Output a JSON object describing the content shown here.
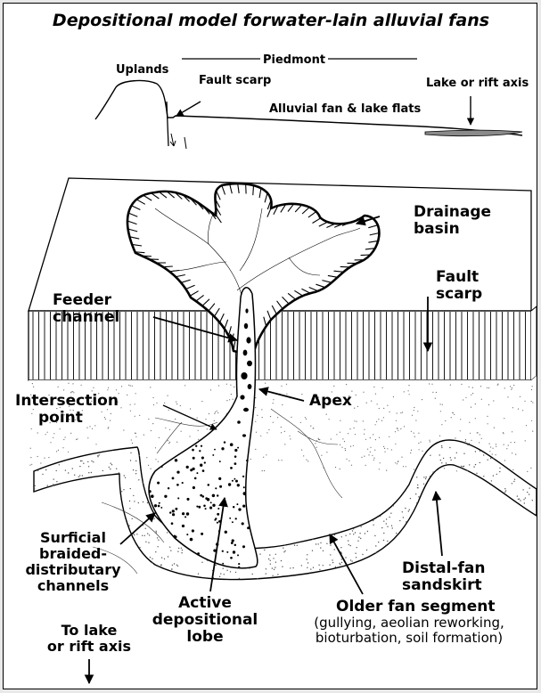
{
  "title": "Depositional model forwater-lain alluvial fans",
  "profile": {
    "piedmont": "Piedmont",
    "uplands": "Uplands",
    "fault_scarp": "Fault scarp",
    "fan_flats": "Alluvial fan & lake flats",
    "lake_axis": "Lake or rift axis"
  },
  "block": {
    "drainage_basin": [
      "Drainage",
      "basin"
    ],
    "fault_scarp": [
      "Fault",
      "scarp"
    ],
    "feeder_channel": [
      "Feeder",
      "channel"
    ],
    "apex": "Apex",
    "intersection_point": [
      "Intersection",
      "point"
    ],
    "surficial_channels": [
      "Surficial",
      "braided-",
      "distributary",
      "channels"
    ],
    "active_lobe": [
      "Active",
      "depositional",
      "lobe"
    ],
    "older_segment": "Older fan segment",
    "older_segment_notes": [
      "(gullying, aeolian reworking,",
      "bioturbation, soil formation)"
    ],
    "distal_sandskirt": [
      "Distal-fan",
      "sandskirt"
    ],
    "to_lake": [
      "To lake",
      "or rift axis"
    ]
  },
  "colors": {
    "ink": "#000000",
    "paper": "#ffffff",
    "lake": "#8a8a8a",
    "stipple": "#666666"
  }
}
